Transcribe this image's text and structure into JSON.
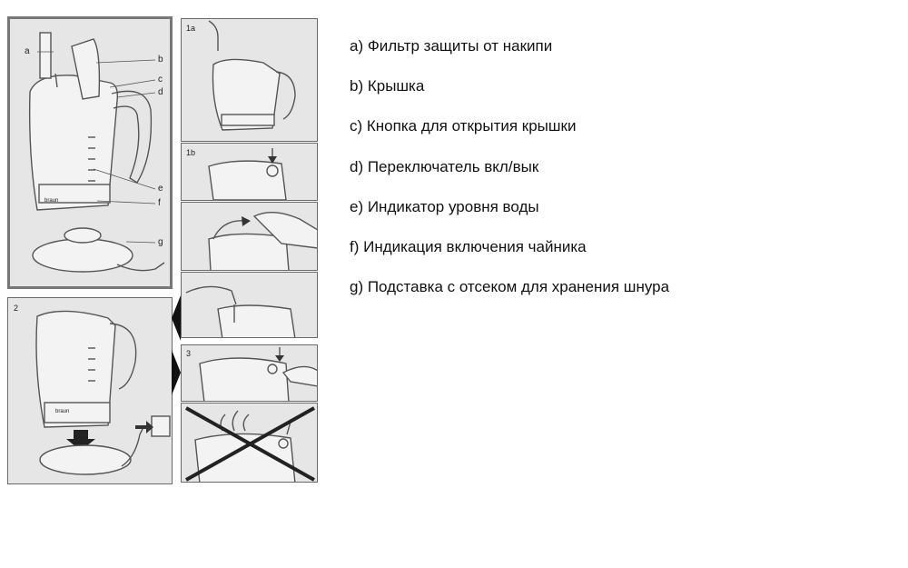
{
  "figure": {
    "panels": [
      {
        "label": "",
        "callouts": [
          "a",
          "b",
          "c",
          "d",
          "e",
          "f",
          "g"
        ],
        "brand": "braun"
      },
      {
        "label": "1a"
      },
      {
        "label": "1b"
      },
      {
        "label": ""
      },
      {
        "label": ""
      },
      {
        "label": "2",
        "brand": "braun"
      },
      {
        "label": "3"
      },
      {
        "label": ""
      }
    ]
  },
  "legend": {
    "items": [
      "a) Фильтр защиты от накипи",
      "b) Крышка",
      "c) Кнопка для открытия крышки",
      "d) Переключатель вкл/вык",
      "e) Индикатор уровня воды",
      "f) Индикация включения чайника",
      "g) Подставка с отсеком для хранения шнура"
    ]
  },
  "colors": {
    "panel_bg": "#e6e6e6",
    "frame": "#6a6a6a",
    "drawing": "#555555",
    "text": "#111111"
  }
}
